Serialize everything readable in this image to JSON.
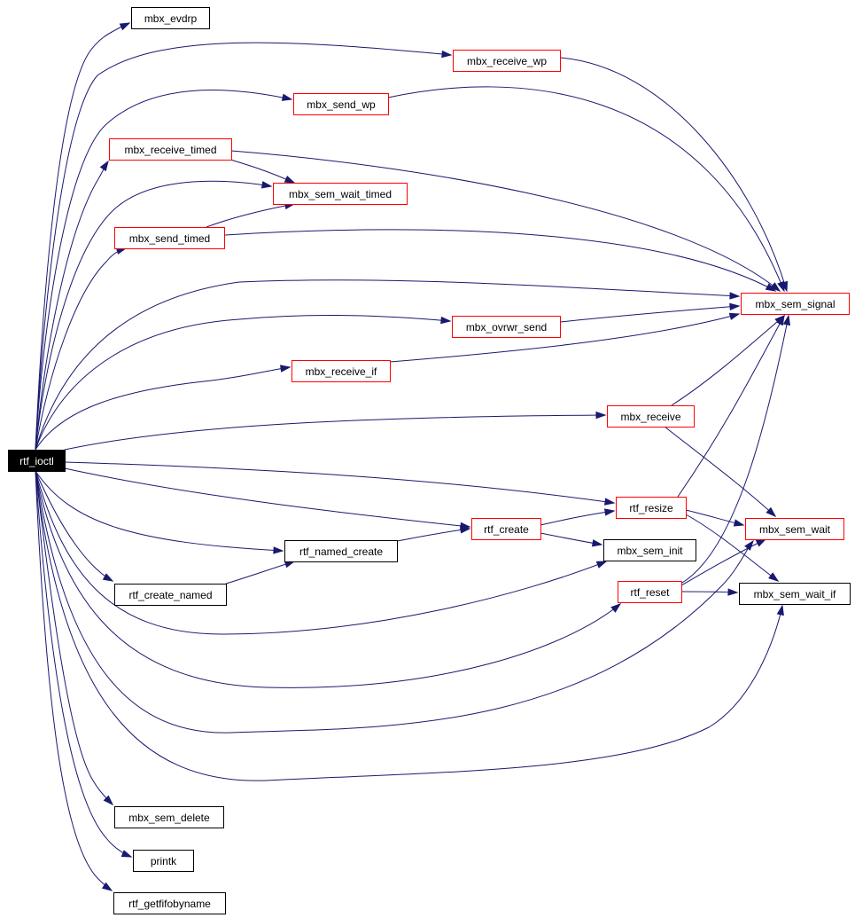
{
  "colors": {
    "edge": "#191970",
    "link_border": "#ff0000",
    "plain_border": "#000000",
    "root_fill": "#000000",
    "root_text": "#ffffff"
  },
  "nodes": [
    {
      "id": "rtf_ioctl",
      "label": "rtf_ioctl",
      "kind": "root"
    },
    {
      "id": "mbx_evdrp",
      "label": "mbx_evdrp",
      "kind": "plain"
    },
    {
      "id": "mbx_receive_wp",
      "label": "mbx_receive_wp",
      "kind": "link"
    },
    {
      "id": "mbx_send_wp",
      "label": "mbx_send_wp",
      "kind": "link"
    },
    {
      "id": "mbx_receive_timed",
      "label": "mbx_receive_timed",
      "kind": "link"
    },
    {
      "id": "mbx_sem_wait_timed",
      "label": "mbx_sem_wait_timed",
      "kind": "link"
    },
    {
      "id": "mbx_send_timed",
      "label": "mbx_send_timed",
      "kind": "link"
    },
    {
      "id": "mbx_sem_signal",
      "label": "mbx_sem_signal",
      "kind": "link"
    },
    {
      "id": "mbx_ovrwr_send",
      "label": "mbx_ovrwr_send",
      "kind": "link"
    },
    {
      "id": "mbx_receive_if",
      "label": "mbx_receive_if",
      "kind": "link"
    },
    {
      "id": "mbx_receive",
      "label": "mbx_receive",
      "kind": "link"
    },
    {
      "id": "rtf_resize",
      "label": "rtf_resize",
      "kind": "link"
    },
    {
      "id": "rtf_create",
      "label": "rtf_create",
      "kind": "link"
    },
    {
      "id": "mbx_sem_wait",
      "label": "mbx_sem_wait",
      "kind": "link"
    },
    {
      "id": "rtf_named_create",
      "label": "rtf_named_create",
      "kind": "plain"
    },
    {
      "id": "mbx_sem_init",
      "label": "mbx_sem_init",
      "kind": "plain"
    },
    {
      "id": "rtf_create_named",
      "label": "rtf_create_named",
      "kind": "plain"
    },
    {
      "id": "rtf_reset",
      "label": "rtf_reset",
      "kind": "link"
    },
    {
      "id": "mbx_sem_wait_if",
      "label": "mbx_sem_wait_if",
      "kind": "plain"
    },
    {
      "id": "mbx_sem_delete",
      "label": "mbx_sem_delete",
      "kind": "plain"
    },
    {
      "id": "printk",
      "label": "printk",
      "kind": "plain"
    },
    {
      "id": "rtf_getfifobyname",
      "label": "rtf_getfifobyname",
      "kind": "plain"
    }
  ],
  "edges": [
    {
      "from": "rtf_ioctl",
      "to": "mbx_evdrp"
    },
    {
      "from": "rtf_ioctl",
      "to": "mbx_receive_wp"
    },
    {
      "from": "rtf_ioctl",
      "to": "mbx_send_wp"
    },
    {
      "from": "rtf_ioctl",
      "to": "mbx_receive_timed"
    },
    {
      "from": "rtf_ioctl",
      "to": "mbx_sem_wait_timed"
    },
    {
      "from": "rtf_ioctl",
      "to": "mbx_send_timed"
    },
    {
      "from": "rtf_ioctl",
      "to": "mbx_sem_signal"
    },
    {
      "from": "rtf_ioctl",
      "to": "mbx_ovrwr_send"
    },
    {
      "from": "rtf_ioctl",
      "to": "mbx_receive_if"
    },
    {
      "from": "rtf_ioctl",
      "to": "mbx_receive"
    },
    {
      "from": "rtf_ioctl",
      "to": "rtf_resize"
    },
    {
      "from": "rtf_ioctl",
      "to": "rtf_create"
    },
    {
      "from": "rtf_ioctl",
      "to": "rtf_named_create"
    },
    {
      "from": "rtf_ioctl",
      "to": "rtf_create_named"
    },
    {
      "from": "rtf_ioctl",
      "to": "mbx_sem_init"
    },
    {
      "from": "rtf_ioctl",
      "to": "rtf_reset"
    },
    {
      "from": "rtf_ioctl",
      "to": "mbx_sem_wait"
    },
    {
      "from": "rtf_ioctl",
      "to": "mbx_sem_wait_if"
    },
    {
      "from": "rtf_ioctl",
      "to": "mbx_sem_delete"
    },
    {
      "from": "rtf_ioctl",
      "to": "printk"
    },
    {
      "from": "rtf_ioctl",
      "to": "rtf_getfifobyname"
    },
    {
      "from": "mbx_receive_wp",
      "to": "mbx_sem_signal"
    },
    {
      "from": "mbx_send_wp",
      "to": "mbx_sem_signal"
    },
    {
      "from": "mbx_receive_timed",
      "to": "mbx_sem_wait_timed"
    },
    {
      "from": "mbx_receive_timed",
      "to": "mbx_sem_signal"
    },
    {
      "from": "mbx_send_timed",
      "to": "mbx_sem_wait_timed"
    },
    {
      "from": "mbx_send_timed",
      "to": "mbx_sem_signal"
    },
    {
      "from": "mbx_ovrwr_send",
      "to": "mbx_sem_signal"
    },
    {
      "from": "mbx_receive_if",
      "to": "mbx_sem_signal"
    },
    {
      "from": "mbx_receive",
      "to": "mbx_sem_signal"
    },
    {
      "from": "mbx_receive",
      "to": "mbx_sem_wait"
    },
    {
      "from": "rtf_resize",
      "to": "mbx_sem_signal"
    },
    {
      "from": "rtf_resize",
      "to": "mbx_sem_wait"
    },
    {
      "from": "rtf_resize",
      "to": "mbx_sem_wait_if"
    },
    {
      "from": "rtf_create",
      "to": "rtf_resize"
    },
    {
      "from": "rtf_create",
      "to": "mbx_sem_init"
    },
    {
      "from": "rtf_named_create",
      "to": "rtf_create"
    },
    {
      "from": "rtf_create_named",
      "to": "rtf_named_create"
    },
    {
      "from": "rtf_reset",
      "to": "mbx_sem_signal"
    },
    {
      "from": "rtf_reset",
      "to": "mbx_sem_wait"
    },
    {
      "from": "rtf_reset",
      "to": "mbx_sem_wait_if"
    }
  ]
}
